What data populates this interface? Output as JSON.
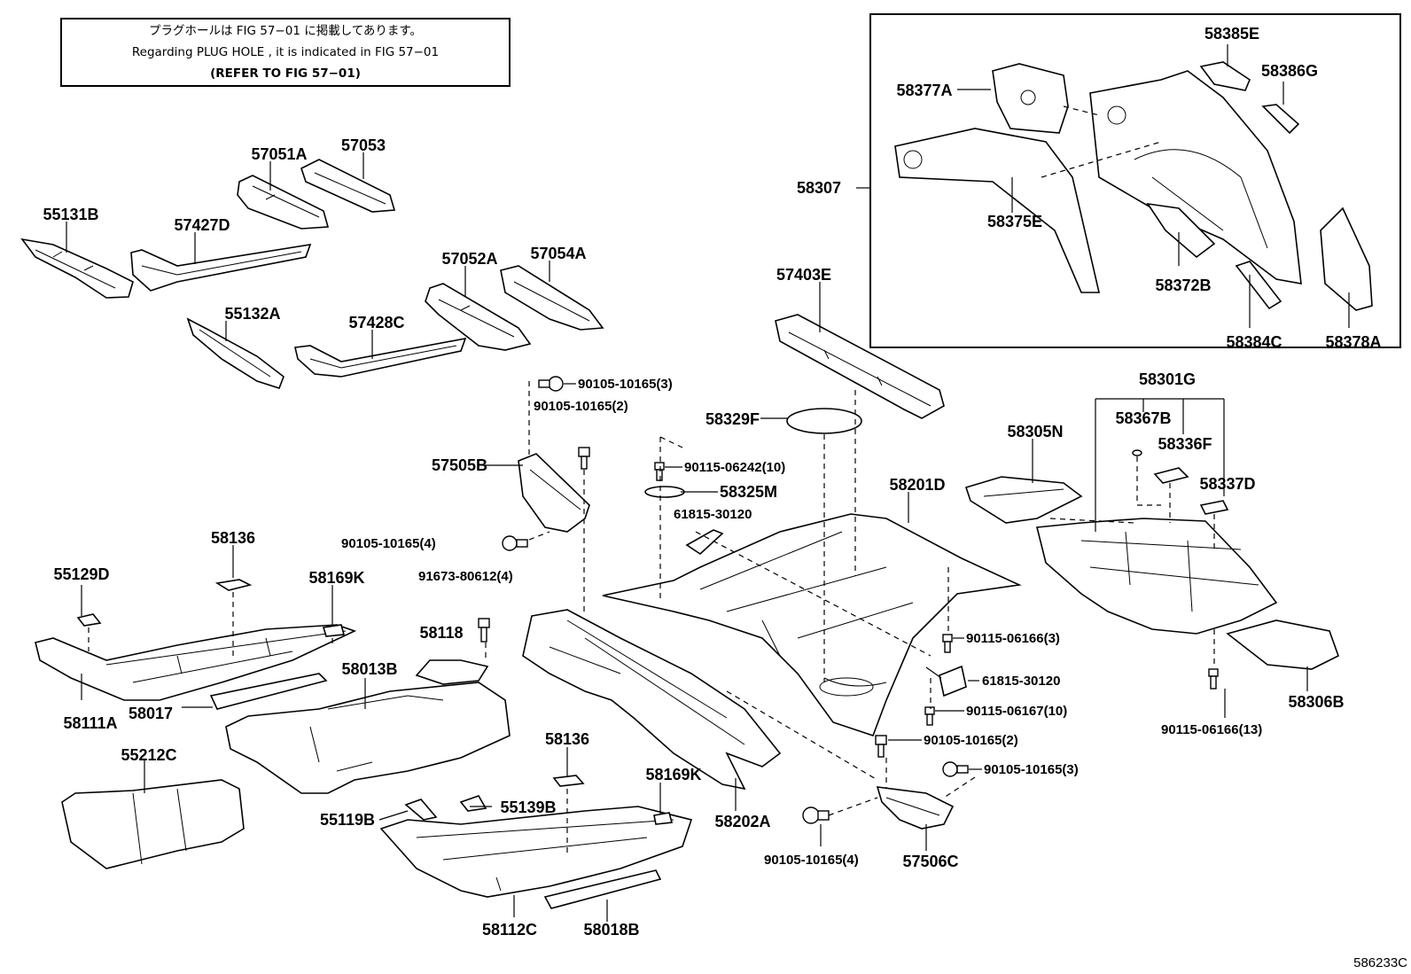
{
  "note": {
    "line1": "プラグホールは FIG 57−01 に掲載してあります。",
    "line2": "Regarding PLUG HOLE , it is indicated in FIG 57−01",
    "line3": "(REFER TO FIG 57−01)"
  },
  "figure_id": "586233C",
  "parts": {
    "p55131B": "55131B",
    "p57051A": "57051A",
    "p57053": "57053",
    "p57427D": "57427D",
    "p55132A": "55132A",
    "p57428C": "57428C",
    "p57052A": "57052A",
    "p57054A": "57054A",
    "p57403E": "57403E",
    "p58329F": "58329F",
    "p57505B": "57505B",
    "p58325M": "58325M",
    "p58201D": "58201D",
    "p58305N": "58305N",
    "p58301G": "58301G",
    "p58367B": "58367B",
    "p58336F": "58336F",
    "p58337D": "58337D",
    "p58136a": "58136",
    "p55129D": "55129D",
    "p58169Ka": "58169K",
    "p58118": "58118",
    "p58013B": "58013B",
    "p58111A": "58111A",
    "p58017": "58017",
    "p55212C": "55212C",
    "p58136b": "58136",
    "p58169Kb": "58169K",
    "p55119B": "55119B",
    "p55139B": "55139B",
    "p58202A": "58202A",
    "p58112C": "58112C",
    "p58018B": "58018B",
    "p57506C": "57506C",
    "p58306B": "58306B",
    "p58385E": "58385E",
    "p58386G": "58386G",
    "p58377A": "58377A",
    "p58307": "58307",
    "p58375E": "58375E",
    "p58372B": "58372B",
    "p58384C": "58384C",
    "p58378A": "58378A"
  },
  "fasteners": {
    "f1": "90105-10165(3)",
    "f2": "90105-10165(2)",
    "f3": "90105-10165(4)",
    "f4": "90115-06242(10)",
    "f5": "61815-30120",
    "f6": "91673-80612(4)",
    "f7": "90115-06166(3)",
    "f8": "61815-30120",
    "f9": "90115-06167(10)",
    "f10": "90105-10165(2)",
    "f11": "90105-10165(3)",
    "f12": "90105-10165(4)",
    "f13": "90115-06166(13)"
  }
}
